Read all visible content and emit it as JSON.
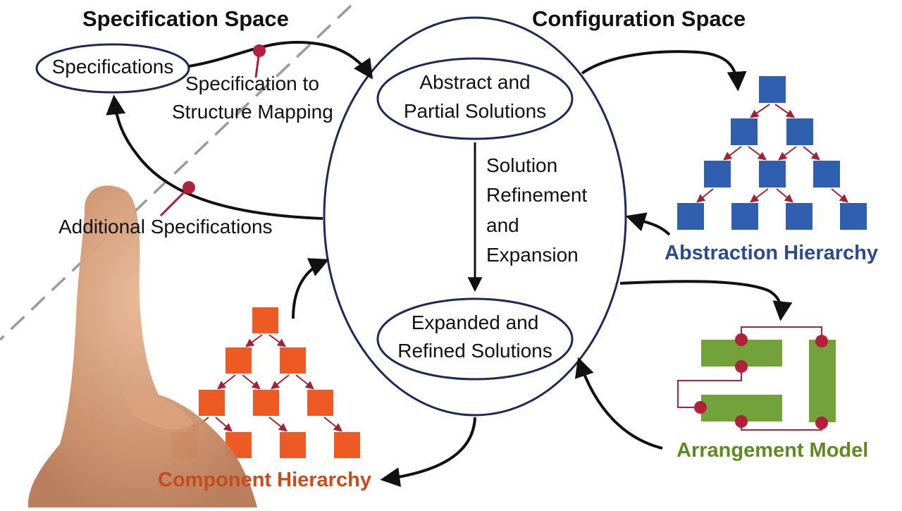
{
  "headers": {
    "specification_space": "Specification Space",
    "configuration_space": "Configuration Space"
  },
  "nodes": {
    "specifications": "Specifications",
    "abstract_line1": "Abstract and",
    "abstract_line2": "Partial Solutions",
    "expanded_line1": "Expanded and",
    "expanded_line2": "Refined Solutions"
  },
  "labels": {
    "spec_mapping_line1": "Specification to",
    "spec_mapping_line2": "Structure Mapping",
    "additional_specifications": "Additional Specifications",
    "refinement_line1": "Solution",
    "refinement_line2": "Refinement",
    "refinement_line3": "and",
    "refinement_line4": "Expansion"
  },
  "hierarchies": {
    "abstraction": "Abstraction Hierarchy",
    "component": "Component Hierarchy",
    "arrangement": "Arrangement Model"
  },
  "colors": {
    "abstraction_blue": "#2f5fae",
    "component_orange": "#ee5a24",
    "arrangement_green": "#73a23a",
    "connector_red": "#a32035",
    "outline_navy": "#1c2a55"
  }
}
